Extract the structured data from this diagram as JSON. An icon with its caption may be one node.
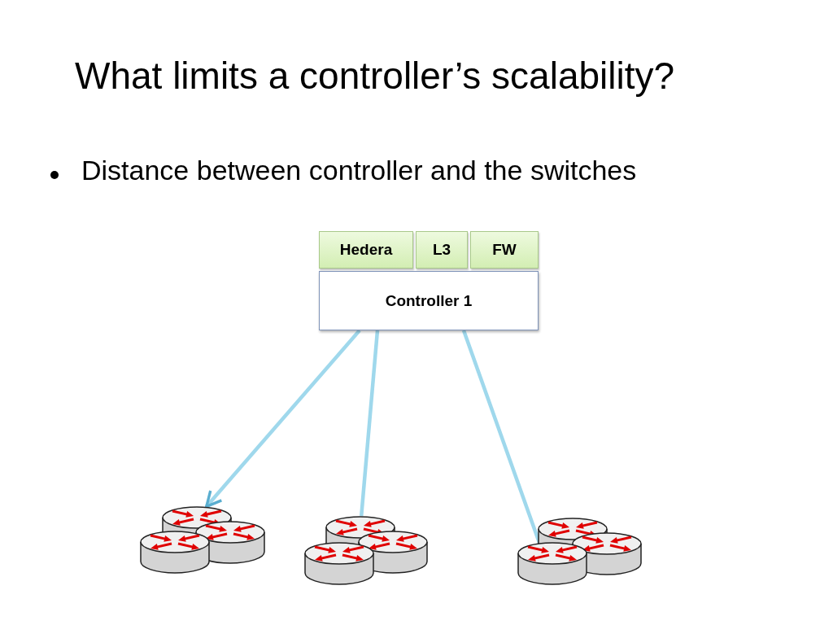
{
  "diagram": {
    "title": "What limits a controller’s scalability?",
    "nodes": [
      {
        "text": [
          "Hedera"
        ]
      },
      {
        "text": [
          "L3"
        ]
      },
      {
        "text": [
          "FW"
        ]
      },
      {
        "text": [
          "Controller 1"
        ]
      },
      {
        "text": [],
        "shape": "router"
      },
      {
        "text": [],
        "shape": "router"
      },
      {
        "text": [],
        "shape": "router"
      },
      {
        "text": [],
        "shape": "router"
      },
      {
        "text": [],
        "shape": "router"
      },
      {
        "text": [],
        "shape": "router"
      },
      {
        "text": [],
        "shape": "router"
      },
      {
        "text": [],
        "shape": "router"
      },
      {
        "text": [],
        "shape": "router"
      }
    ],
    "edges": [
      {
        "from": 3,
        "to": 5,
        "arrow": "to"
      },
      {
        "from": 3,
        "to": 7,
        "arrow": "none"
      },
      {
        "from": 3,
        "to": 10,
        "arrow": "none"
      }
    ],
    "labels": [
      "Distance between controller and the switches"
    ]
  }
}
